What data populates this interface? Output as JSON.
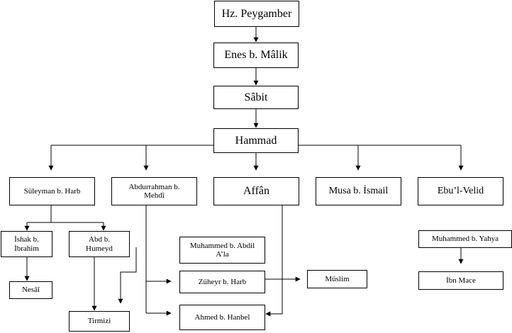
{
  "nodes": {
    "peygamber": "Hz. Peygamber",
    "enes": "Enes b. Mâlik",
    "sabit": "Sâbit",
    "hammad": "Hammad",
    "suleyman": "Süleyman b. Harb",
    "abdurrahman": "Abdurrahman b.\nMehdî",
    "affan": "Affân",
    "musa": "Musa b. İsmail",
    "ebulvelid": "Ebu’l-Velid",
    "ishak": "İshak b.\nİbrahim",
    "abdhumeyd": "Abd b.\nHumeyd",
    "nesai": "Nesâî",
    "tirmizi": "Tirmizi",
    "muhammed_abdil": "Muhammed b. Abdil\nA’la",
    "zuheyr": "Züheyr b. Harb",
    "ahmed": "Ahmed b. Hanbel",
    "muslim": "Müslim",
    "muhammed_yahya": "Muhammed b. Yahya",
    "ibnmace": "İbn Mace"
  },
  "colors": {
    "line": "#000000",
    "box_border": "#000000",
    "background": "#ffffff"
  }
}
